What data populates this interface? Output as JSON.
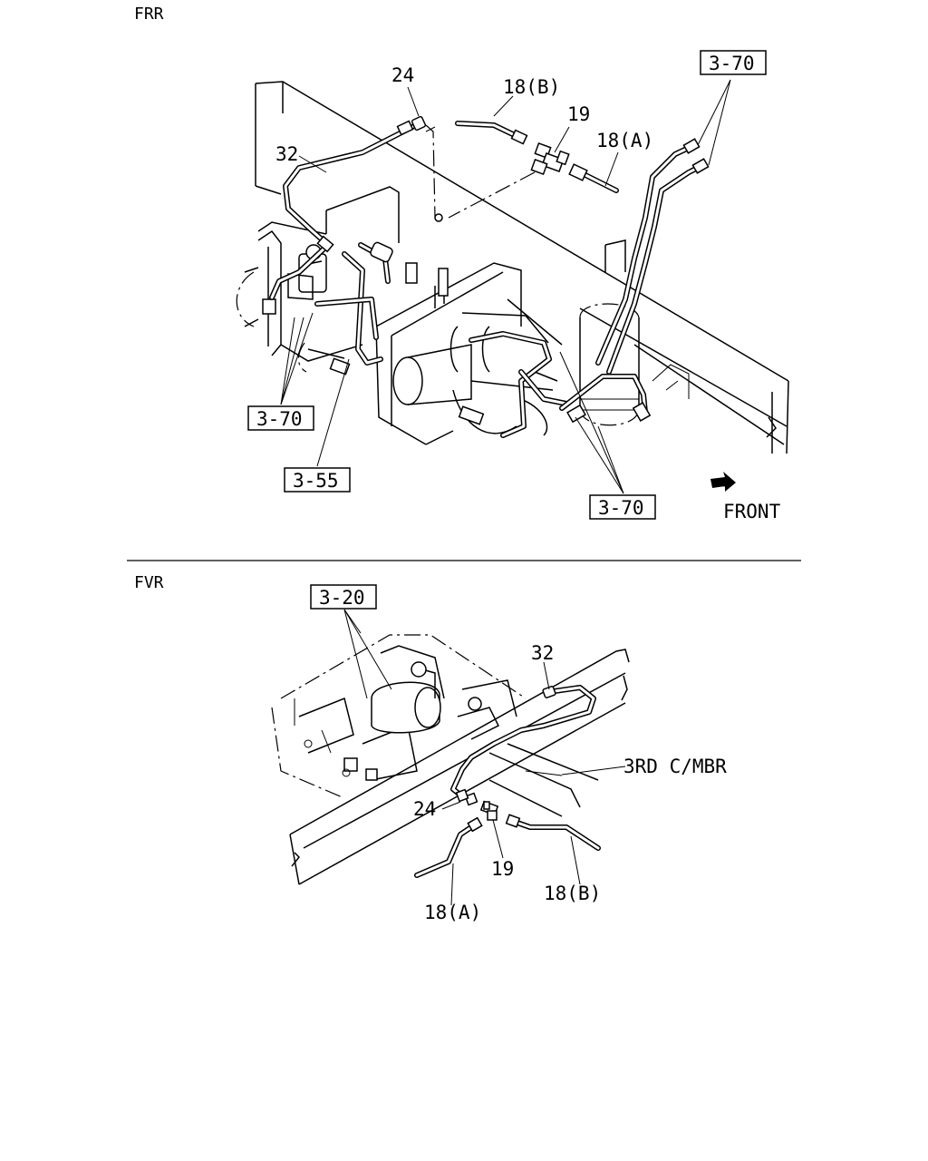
{
  "sections": {
    "top": {
      "title": "FRR",
      "direction_label": "FRONT"
    },
    "bottom": {
      "title": "FVR",
      "member_label": "3RD C/MBR"
    }
  },
  "callouts": {
    "top": {
      "part_24": "24",
      "part_18b": "18(B)",
      "part_19": "19",
      "part_18a": "18(A)",
      "part_32": "32",
      "ref_370_top": "3-70",
      "ref_370_left": "3-70",
      "ref_355": "3-55",
      "ref_370_bottom": "3-70"
    },
    "bottom": {
      "ref_320": "3-20",
      "part_32": "32",
      "part_24": "24",
      "part_19": "19",
      "part_18a": "18(A)",
      "part_18b": "18(B)"
    }
  }
}
